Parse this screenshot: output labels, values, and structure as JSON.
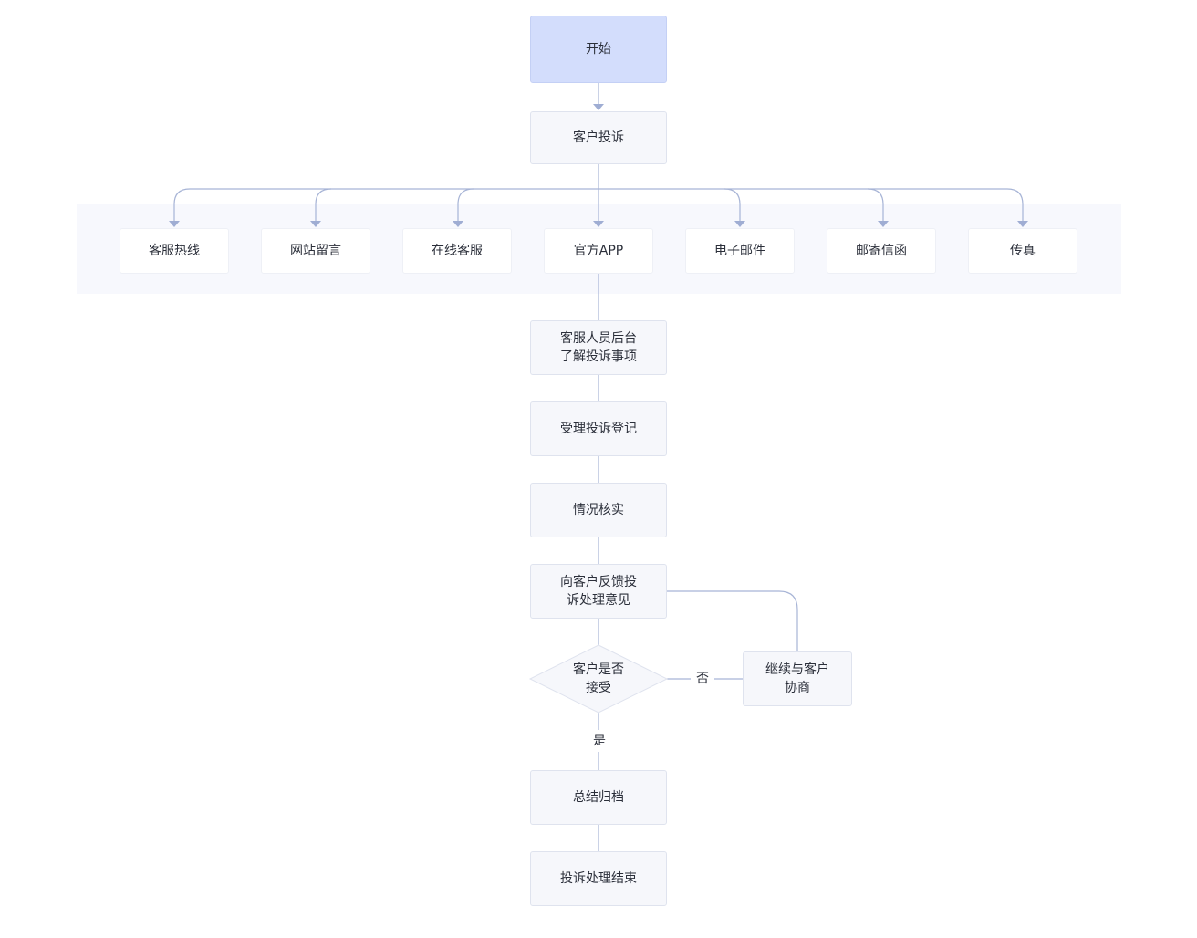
{
  "start": "开始",
  "complaint": "客户投诉",
  "channels": [
    "客服热线",
    "网站留言",
    "在线客服",
    "官方APP",
    "电子邮件",
    "邮寄信函",
    "传真"
  ],
  "steps": {
    "understand": "客服人员后台\n了解投诉事项",
    "register": "受理投诉登记",
    "verify": "情况核实",
    "feedback": "向客户反馈投\n诉处理意见",
    "decision": "客户是否\n接受",
    "negotiate": "继续与客户\n协商",
    "archive": "总结归档",
    "end": "投诉处理结束"
  },
  "edge_labels": {
    "no": "否",
    "yes": "是"
  },
  "colors": {
    "start_fill": "#d3ddfc",
    "node_fill": "#f6f7fb",
    "line": "#a7b4d6",
    "band": "#f7f8fd"
  }
}
